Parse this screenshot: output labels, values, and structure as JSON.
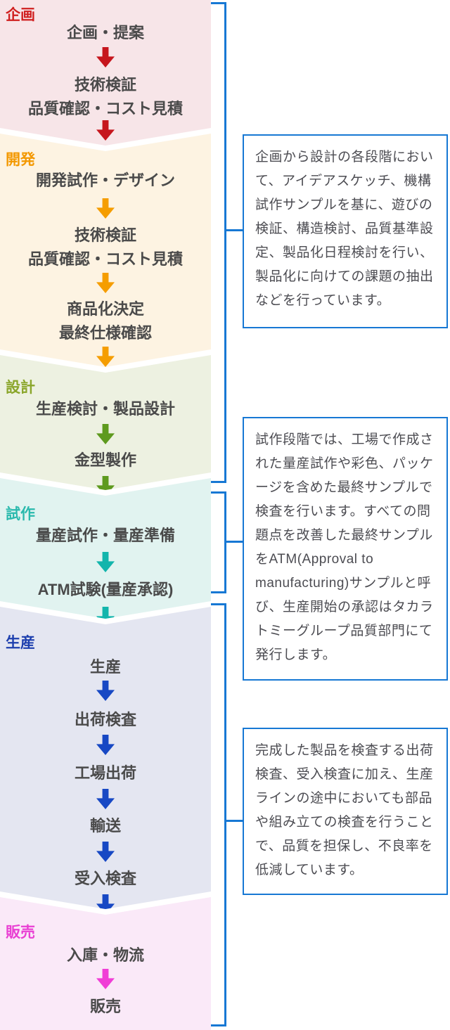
{
  "diagram": {
    "title_hint": "product development process flow",
    "accent_blue": "#1778d4",
    "step_text_color": "#4a4a4a",
    "box_text_color": "#4c4c52",
    "sections": [
      {
        "id": "kikaku",
        "label": "企画",
        "label_color": "#d01f1f",
        "bg": "#f7e5e8",
        "arrow_color": "#c6161d",
        "steps": [
          "企画・提案",
          "技術検証\n品質確認・コスト見積"
        ]
      },
      {
        "id": "kaihatsu",
        "label": "開発",
        "label_color": "#f39800",
        "bg": "#fdf3e2",
        "arrow_color": "#f59d00",
        "steps": [
          "開発試作・デザイン",
          "技術検証\n品質確認・コスト見積",
          "商品化決定\n最終仕様確認"
        ]
      },
      {
        "id": "sekkei",
        "label": "設計",
        "label_color": "#8aa62a",
        "bg": "#edf1e1",
        "arrow_color": "#5e9a1e",
        "steps": [
          "生産検討・製品設計",
          "金型製作"
        ]
      },
      {
        "id": "shisaku",
        "label": "試作",
        "label_color": "#2ab9ad",
        "bg": "#e1f3f0",
        "arrow_color": "#12b5ac",
        "steps": [
          "量産試作・量産準備",
          "ATM試験(量産承認)"
        ]
      },
      {
        "id": "seisan",
        "label": "生産",
        "label_color": "#1d3fae",
        "bg": "#e4e6f1",
        "arrow_color": "#1748c4",
        "steps": [
          "生産",
          "出荷検査",
          "工場出荷",
          "輸送",
          "受入検査"
        ]
      },
      {
        "id": "hanbai",
        "label": "販売",
        "label_color": "#e93fd3",
        "bg": "#fae9f8",
        "arrow_color": "#f03ed6",
        "steps": [
          "入庫・物流",
          "販売"
        ]
      }
    ],
    "boxes": [
      {
        "text": "企画から設計の各段階において、アイデアスケッチ、機構試作サンプルを基に、遊びの検証、構造検討、品質基準設定、製品化日程検討を行い、製品化に向けての課題の抽出などを行っています。"
      },
      {
        "text": "試作段階では、工場で作成された量産試作や彩色、パッケージを含めた最終サンプルで検査を行います。すべての問題点を改善した最終サンプルをATM(Approval to manufacturing)サンプルと呼び、生産開始の承認はタカラトミーグループ品質部門にて発行します。"
      },
      {
        "text": "完成した製品を検査する出荷検査、受入検査に加え、生産ラインの途中においても部品や組み立ての検査を行うことで、品質を担保し、不良率を低減しています。"
      }
    ]
  }
}
